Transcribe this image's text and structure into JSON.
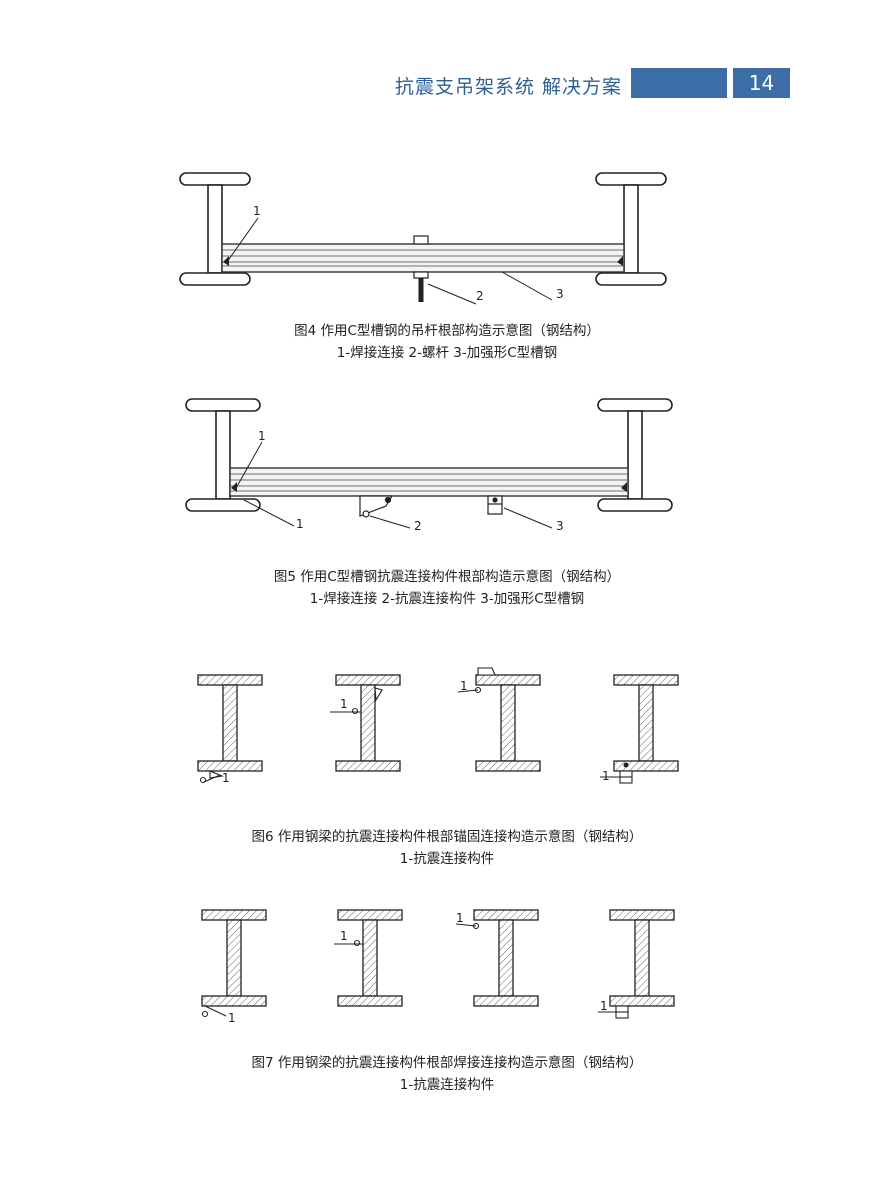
{
  "header": {
    "title": "抗震支吊架系统 解决方案",
    "page_number": "14"
  },
  "figures": [
    {
      "caption": "图4 作用C型槽钢的吊杆根部构造示意图（钢结构）",
      "legend": "1-焊接连接  2-螺杆  3-加强形C型槽钢",
      "callouts": [
        "1",
        "2",
        "3"
      ]
    },
    {
      "caption": "图5 作用C型槽钢抗震连接构件根部构造示意图（钢结构）",
      "legend": "1-焊接连接  2-抗震连接构件  3-加强形C型槽钢",
      "callouts": [
        "1",
        "1",
        "2",
        "3"
      ]
    },
    {
      "caption": "图6 作用钢梁的抗震连接构件根部锚固连接构造示意图（钢结构）",
      "legend": "1-抗震连接构件",
      "callouts": [
        "1",
        "1",
        "1",
        "1"
      ]
    },
    {
      "caption": "图7 作用钢梁的抗震连接构件根部焊接连接构造示意图（钢结构）",
      "legend": "1-抗震连接构件",
      "callouts": [
        "1",
        "1",
        "1",
        "1"
      ]
    }
  ]
}
